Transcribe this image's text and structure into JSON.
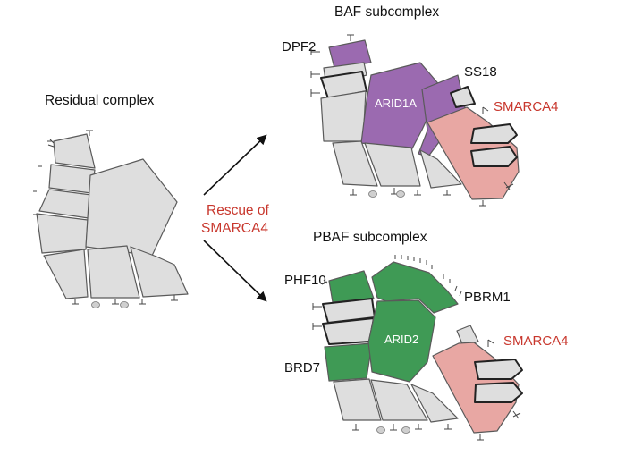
{
  "left": {
    "title": "Residual complex"
  },
  "arrow_label": {
    "line1": "Rescue of",
    "line2": "SMARCA4"
  },
  "baf": {
    "title": "BAF subcomplex",
    "dpf2": "DPF2",
    "ss18": "SS18",
    "arid1a": "ARID1A",
    "smarca4": "SMARCA4"
  },
  "pbaf": {
    "title": "PBAF subcomplex",
    "phf10": "PHF10",
    "pbrm1": "PBRM1",
    "arid2": "ARID2",
    "brd7": "BRD7",
    "smarca4": "SMARCA4"
  },
  "colors": {
    "grey": "#dedede",
    "baf_purple": "#9b6ab0",
    "pbaf_green": "#3f9a55",
    "smarca4_pink": "#e8a7a3",
    "label_red": "#c8372d"
  }
}
